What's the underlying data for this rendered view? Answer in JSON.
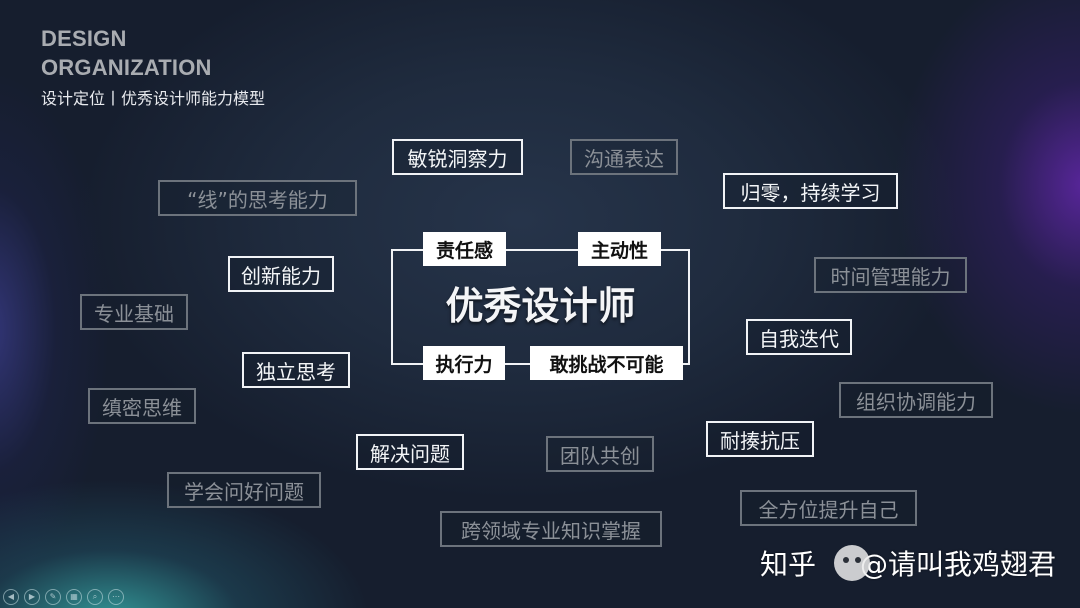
{
  "header": {
    "title_line1": "DESIGN",
    "title_line2": "ORGANIZATION",
    "subtitle": "设计定位丨优秀设计师能力模型"
  },
  "core": {
    "title": "优秀设计师",
    "traits": {
      "top_left": "责任感",
      "top_right": "主动性",
      "bottom_left": "执行力",
      "bottom_right": "敢挑战不可能"
    }
  },
  "abilities": {
    "highlighted": [
      "敏锐洞察力",
      "归零，持续学习",
      "创新能力",
      "自我迭代",
      "独立思考",
      "耐揍抗压",
      "解决问题"
    ],
    "dimmed": [
      "沟通表达",
      "“线”的思考能力",
      "时间管理能力",
      "专业基础",
      "组织协调能力",
      "缜密思维",
      "团队共创",
      "学会问好问题",
      "全方位提升自己",
      "跨领域专业知识掌握"
    ]
  },
  "controls": {
    "prev": "◀",
    "next": "▶",
    "pen": "✎",
    "slides": "▦",
    "zoom": "⌕",
    "more": "⋯"
  },
  "watermark": {
    "platform": "知乎",
    "handle": "@请叫我鸡翅君"
  },
  "colors": {
    "highlight_border": "#f1f3f6",
    "dim_border": "#6c737c",
    "dim_text": "#8b9097",
    "accent_purple": "#6e28be",
    "accent_teal": "#3cbeb9"
  }
}
